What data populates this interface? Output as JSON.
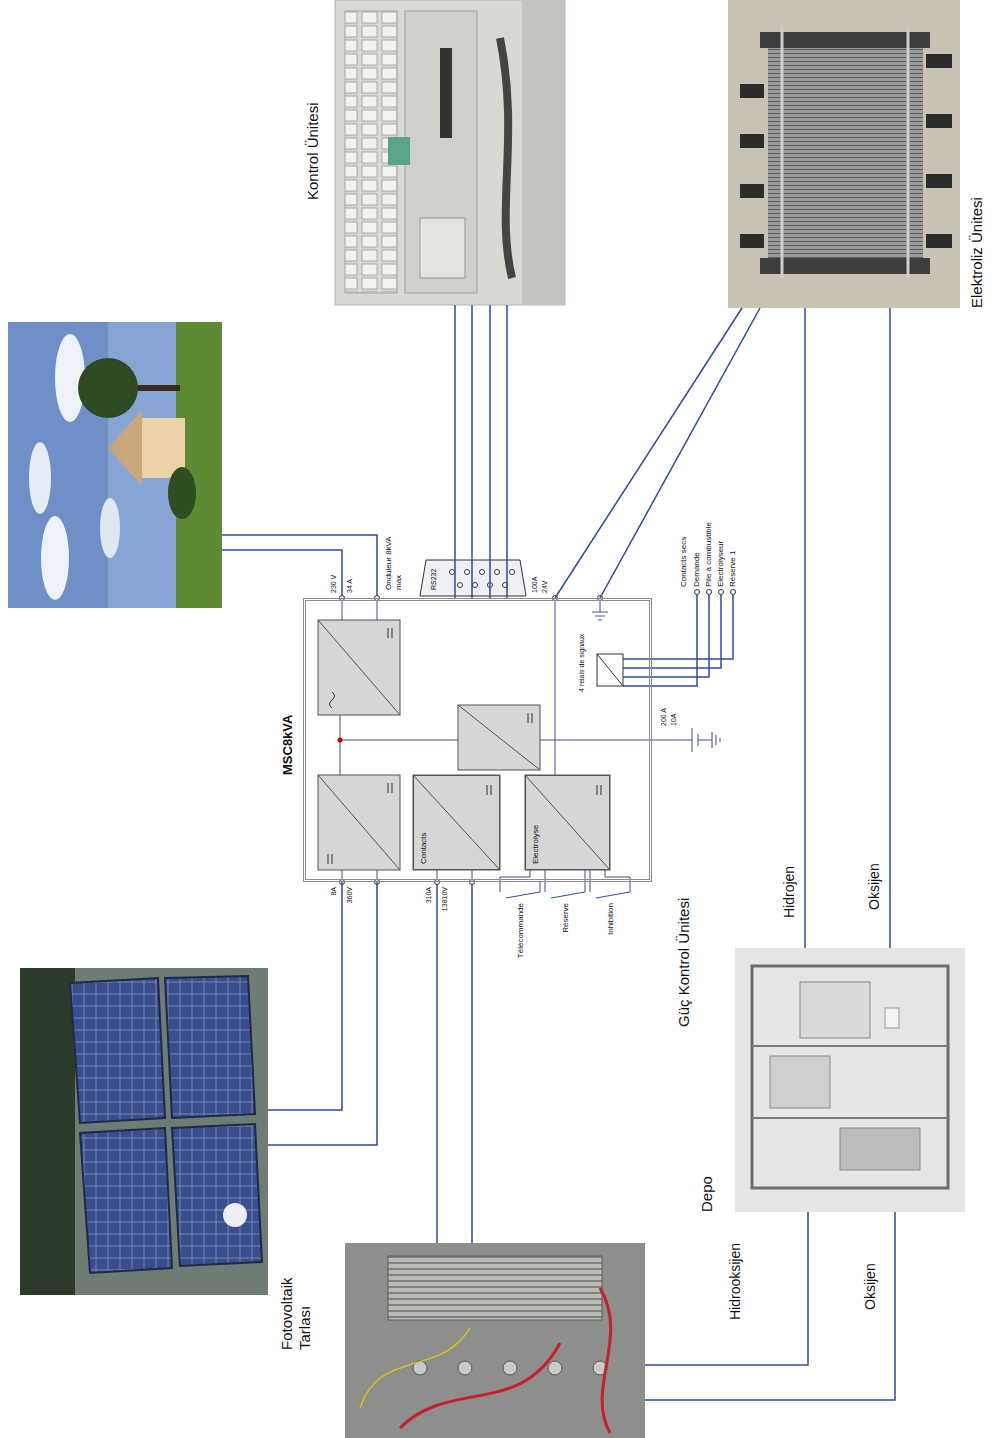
{
  "diagram": {
    "nodes": [
      {
        "text": [
          "Kontrol Ünitesi"
        ]
      },
      {
        "text": [
          "Elektroliz Ünitesi"
        ]
      },
      {
        "text": [
          "MSC8kVA",
          "Güç Kontrol Ünitesi"
        ]
      },
      {
        "text": [
          "Contacts"
        ],
        "in": 2
      },
      {
        "text": [
          "Electrolyse"
        ],
        "in": 2
      },
      {
        "text": [
          "Fotovoltaik Tarlası"
        ]
      },
      {
        "text": [
          "Depo"
        ]
      }
    ],
    "edges": [
      {
        "from": 0,
        "to": 2,
        "arrow": "none"
      },
      {
        "from": 0,
        "to": 2,
        "arrow": "none"
      },
      {
        "from": 0,
        "to": 2,
        "arrow": "none"
      },
      {
        "from": 0,
        "to": 2,
        "arrow": "none"
      },
      {
        "from": 1,
        "to": 2,
        "arrow": "none"
      },
      {
        "from": 1,
        "to": 2,
        "arrow": "none"
      },
      {
        "from": 5,
        "to": 2,
        "arrow": "none"
      },
      {
        "from": 5,
        "to": 2,
        "arrow": "none"
      },
      {
        "from": 1,
        "to": 6,
        "label": "Hidrojen",
        "arrow": "none"
      },
      {
        "from": 1,
        "to": 6,
        "label": "Oksijen",
        "arrow": "none"
      }
    ],
    "labels": [
      "Onduleur 8kVA max",
      "230 V",
      "34 A",
      "RS232",
      "100A",
      "24V",
      "4 relais de signaux",
      "Contacts secs",
      "Demande",
      "Pile à combustible",
      "Electrolyseur",
      "Réserve 1",
      "200 A",
      "10A",
      "8A",
      "360V",
      "310A",
      "13810V",
      "Télécommande",
      "Réserve",
      "Inhibition",
      "Hidrooksijen",
      "Oksijen"
    ]
  }
}
